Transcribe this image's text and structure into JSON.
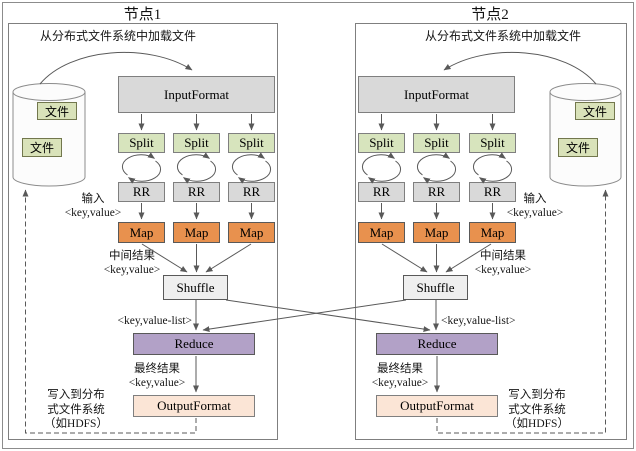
{
  "nodes": [
    {
      "title": "节点1",
      "load_text": "从分布式文件系统中加载文件",
      "input_format": "InputFormat",
      "splits": [
        "Split",
        "Split",
        "Split"
      ],
      "rrs": [
        "RR",
        "RR",
        "RR"
      ],
      "maps": [
        "Map",
        "Map",
        "Map"
      ],
      "shuffle": "Shuffle",
      "reduce": "Reduce",
      "output_format": "OutputFormat",
      "files": [
        "文件",
        "文件"
      ],
      "input_label": "输入\n<key,value>",
      "mid_label": "中间结果\n<key,value>",
      "kv_list_label": "<key,value-list>",
      "final_label": "最终结果\n<key,value>",
      "write_label": "写入到分布\n式文件系统\n（如HDFS）"
    },
    {
      "title": "节点2",
      "load_text": "从分布式文件系统中加载文件",
      "input_format": "InputFormat",
      "splits": [
        "Split",
        "Split",
        "Split"
      ],
      "rrs": [
        "RR",
        "RR",
        "RR"
      ],
      "maps": [
        "Map",
        "Map",
        "Map"
      ],
      "shuffle": "Shuffle",
      "reduce": "Reduce",
      "output_format": "OutputFormat",
      "files": [
        "文件",
        "文件"
      ],
      "input_label": "输入\n<key,value>",
      "mid_label": "中间结果\n<key,value>",
      "kv_list_label": "<key,value-list>",
      "final_label": "最终结果\n<key,value>",
      "write_label": "写入到分布\n式文件系统\n（如HDFS）"
    }
  ],
  "colors": {
    "split_fill": "#d7e4bd",
    "map_fill": "#e8914e",
    "reduce_fill": "#b2a1c7",
    "output_fill": "#fbe5d6",
    "format_fill": "#d9d9d9",
    "shuffle_fill": "#efefef",
    "file_fill": "#d9e2b9",
    "line": "#595959"
  }
}
